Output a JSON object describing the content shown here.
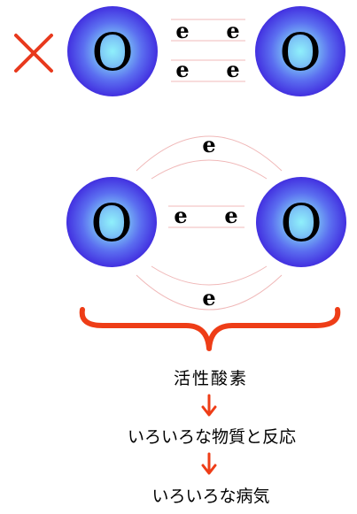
{
  "top_row": {
    "mark": "×",
    "left_atom": "O",
    "right_atom": "O",
    "electrons": [
      "e",
      "e",
      "e",
      "e"
    ]
  },
  "middle_row": {
    "left_atom": "O",
    "right_atom": "O",
    "top_electron": "e",
    "center_electrons": [
      "e",
      "e"
    ],
    "bottom_electron": "e"
  },
  "flow": {
    "step1": "活性酸素",
    "step2": "いろいろな物質と反応",
    "step3": "いろいろな病気"
  },
  "colors": {
    "atom_outer": "#4b3ee6",
    "atom_inner": "#88e6f4",
    "cross_mark": "#e8391d",
    "brace": "#ee3d17",
    "arrow": "#ee3d17",
    "bond_line": "#f0b8b8"
  }
}
